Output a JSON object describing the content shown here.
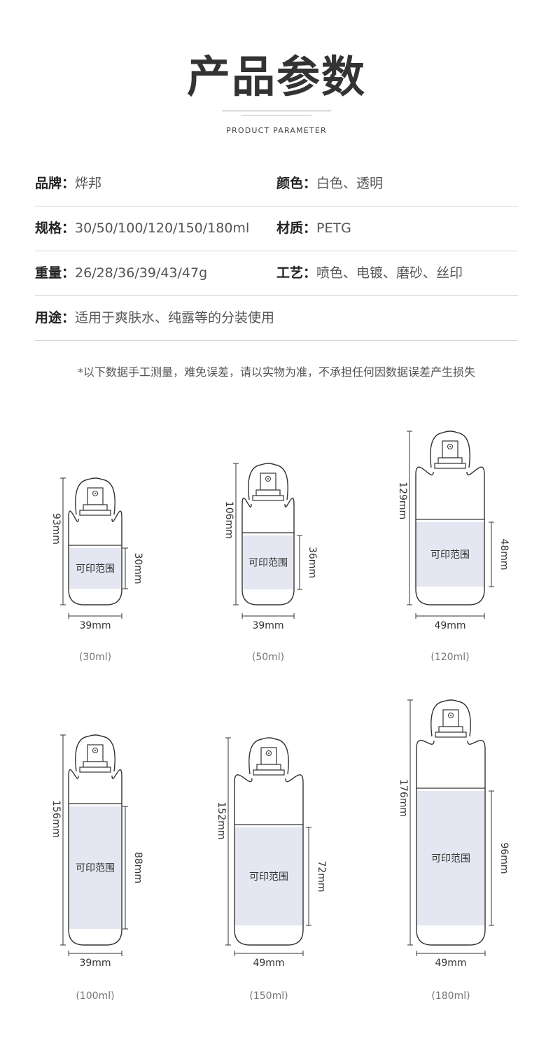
{
  "header": {
    "title": "产品参数",
    "subtitle": "PRODUCT PARAMETER"
  },
  "specs": [
    {
      "label": "品牌：",
      "value": "烨邦",
      "label2": "颜色：",
      "value2": "白色、透明"
    },
    {
      "label": "规格：",
      "value": "30/50/100/120/150/180ml",
      "label2": "材质：",
      "value2": "PETG"
    },
    {
      "label": "重量：",
      "value": "26/28/36/39/43/47g",
      "label2": "工艺：",
      "value2": "喷色、电镀、磨砂、丝印"
    },
    {
      "label": "用途：",
      "value": "适用于爽肤水、纯露等的分装使用"
    }
  ],
  "note": "*以下数据手工测量，难免误差，请以实物为准，不承担任何因数据误差产生损失",
  "print_area_label": "可印范围",
  "colors": {
    "print_area": "#e4e6f1",
    "outline": "#333333"
  },
  "bottles": [
    {
      "volume": "(30ml)",
      "height": "93mm",
      "print_height": "30mm",
      "width": "39mm"
    },
    {
      "volume": "(50ml)",
      "height": "106mm",
      "print_height": "36mm",
      "width": "39mm"
    },
    {
      "volume": "(120ml)",
      "height": "129mm",
      "print_height": "48mm",
      "width": "49mm"
    },
    {
      "volume": "(100ml)",
      "height": "156mm",
      "print_height": "88mm",
      "width": "39mm"
    },
    {
      "volume": "(150ml)",
      "height": "152mm",
      "print_height": "72mm",
      "width": "49mm"
    },
    {
      "volume": "(180ml)",
      "height": "176mm",
      "print_height": "96mm",
      "width": "49mm"
    }
  ]
}
